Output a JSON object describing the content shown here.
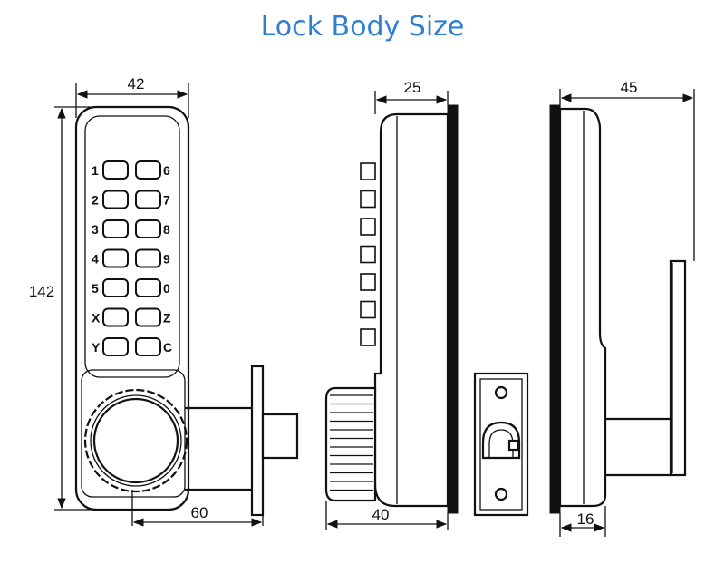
{
  "title": "Lock Body Size",
  "dimensions": {
    "front_width": "42",
    "front_height": "142",
    "front_depth": "60",
    "side_width": "25",
    "side_depth": "40",
    "back_width": "45",
    "back_depth": "16"
  },
  "keypad": {
    "left": [
      "1",
      "2",
      "3",
      "4",
      "5",
      "X",
      "Y"
    ],
    "right": [
      "6",
      "7",
      "8",
      "9",
      "0",
      "Z",
      "C"
    ]
  },
  "colors": {
    "title": "#2e7fd2",
    "lines": "#111111"
  }
}
